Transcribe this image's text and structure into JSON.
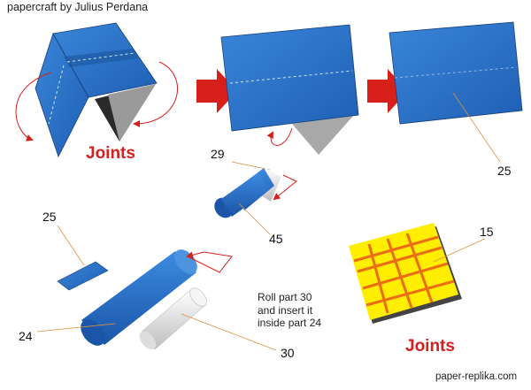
{
  "credit": "papercraft by Julius Perdana",
  "labels": {
    "joints_left": "Joints",
    "joints_right": "Joints",
    "part_25_top": "25",
    "part_29": "29",
    "part_45": "45",
    "part_25_left": "25",
    "part_24": "24",
    "part_30": "30",
    "part_15": "15"
  },
  "instruction": "Roll part 30\nand insert it\ninside part 24",
  "website": "paper-replika.com",
  "colors": {
    "blue": "#2a6fc4",
    "red_arrow": "#d8201b",
    "joint_yellow": "#ffee00",
    "joint_lines": "#e8601a",
    "leader": "#e09040"
  }
}
